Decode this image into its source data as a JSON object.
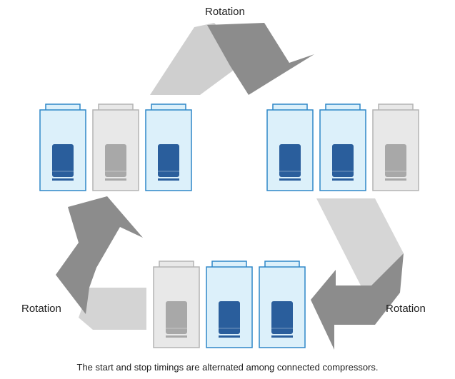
{
  "labels": {
    "rotation_top": "Rotation",
    "rotation_left": "Rotation",
    "rotation_right": "Rotation"
  },
  "caption": "The start and stop timings are alternated among connected compressors.",
  "colors": {
    "active_fill": "#dcf0fa",
    "active_stroke": "#2f87c8",
    "active_core": "#2a5e9c",
    "idle_fill": "#e8e8e8",
    "idle_stroke": "#b4b4b4",
    "idle_core": "#a8a8a8",
    "arrow_light": "#cfcfcf",
    "arrow_dark": "#8c8c8c"
  },
  "groups": [
    {
      "name": "left-group",
      "units": [
        "active",
        "idle",
        "active"
      ]
    },
    {
      "name": "right-group",
      "units": [
        "active",
        "active",
        "idle"
      ]
    },
    {
      "name": "bottom-group",
      "units": [
        "idle",
        "active",
        "active"
      ]
    }
  ]
}
